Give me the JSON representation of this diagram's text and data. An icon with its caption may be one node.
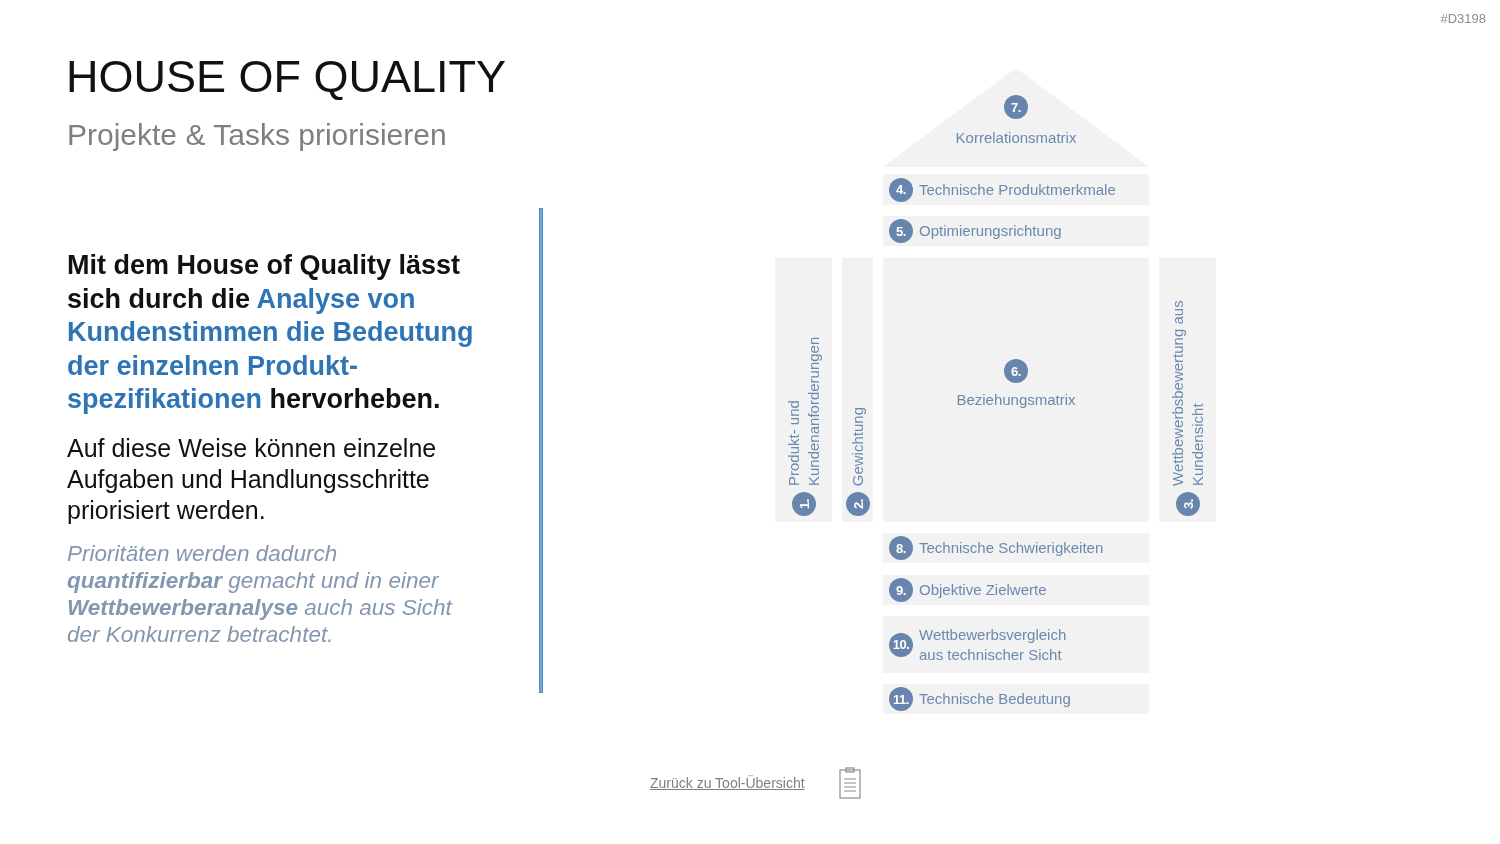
{
  "diagram": {
    "title": "HOUSE OF QUALITY",
    "nodes": [
      {
        "text": [
          "7.",
          "Korrelationsmatrix"
        ]
      },
      {
        "text": [
          "4.",
          "Technische Produktmerkmale"
        ]
      },
      {
        "text": [
          "5.",
          "Optimierungsrichtung"
        ]
      },
      {
        "text": [
          "1.",
          "Produkt- und Kundenanforderungen"
        ]
      },
      {
        "text": [
          "2.",
          "Gewichtung"
        ]
      },
      {
        "text": [
          "6.",
          "Beziehungsmatrix"
        ]
      },
      {
        "text": [
          "3.",
          "Wettbewerbsbewertung aus Kundensicht"
        ]
      },
      {
        "text": [
          "8.",
          "Technische Schwierigkeiten"
        ]
      },
      {
        "text": [
          "9.",
          "Objektive Zielwerte"
        ]
      },
      {
        "text": [
          "10.",
          "Wettbewerbsvergleich aus technischer Sicht"
        ]
      },
      {
        "text": [
          "11.",
          "Technische Bedeutung"
        ]
      }
    ],
    "labels": [
      "#D3198",
      "Projekte & Tasks priorisieren",
      "Mit dem House of Quality lässt sich durch die",
      "Analyse von Kundenstimmen die Bedeutung der einzelnen Produkt-spezifikationen",
      "hervorheben.",
      "Auf diese Weise können einzelne Aufgaben und Handlungsschritte priorisiert werden.",
      "Prioritäten werden dadurch **quantifizierbar** gemacht und in einer **Wettbewerberanalyse** auch aus Sicht der Konkurrenz betrachtet.",
      "Zurück zu Tool-Übersicht"
    ]
  }
}
